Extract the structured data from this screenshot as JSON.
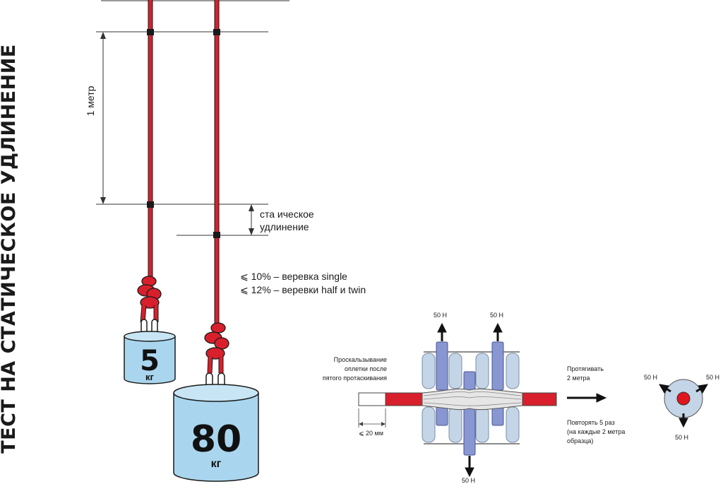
{
  "title": "ТЕСТ НА СТАТИЧЕСКОЕ УДЛИНЕНИЕ",
  "one_meter": "1 метр",
  "static_elongation": [
    "ста ическое",
    "удлинение"
  ],
  "limits": [
    "⩽ 10% – веревка single",
    "⩽ 12% – веревки half и twin"
  ],
  "weights": {
    "small_value": "5",
    "small_unit": "кг",
    "large_value": "80",
    "large_unit": "кг"
  },
  "slip_test": {
    "caption": [
      "Проскальзывание",
      "оплетки после",
      "пятого протаскивания"
    ],
    "dimension": "⩽ 20 мм",
    "force": "50 Н",
    "pull": [
      "Протягивать",
      "2 метра"
    ],
    "repeat": [
      "Повторять 5 раз",
      "(на каждые 2 метра",
      "образца)"
    ]
  },
  "colors": {
    "rope": "#d8202c",
    "weight_fill": "#a9d6ee",
    "block": "#c4d5e7",
    "piston": "#8896d2",
    "arrow": "#111111"
  }
}
